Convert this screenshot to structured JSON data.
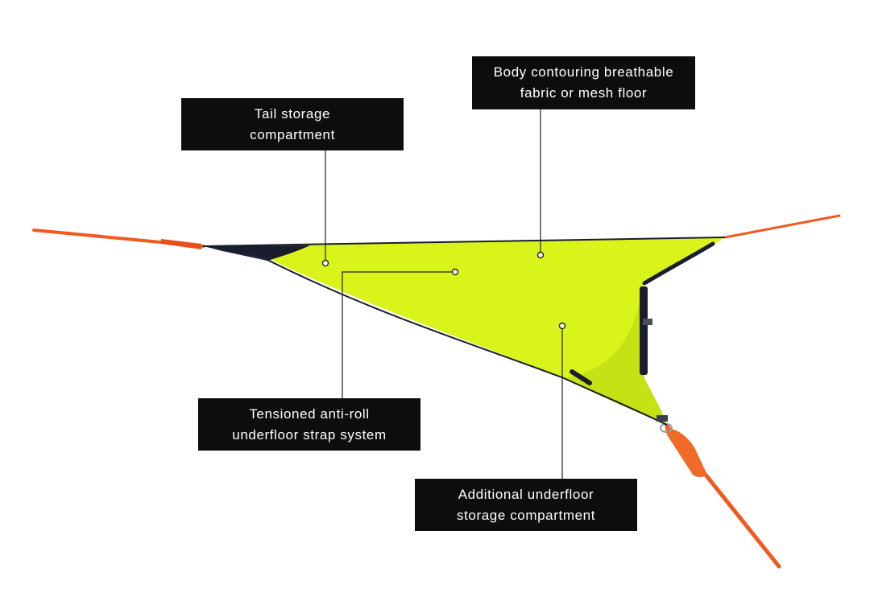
{
  "callouts": {
    "tail_storage": {
      "line1": "Tail storage",
      "line2": "compartment"
    },
    "mesh_floor": {
      "line1": "Body contouring breathable",
      "line2": "fabric or mesh floor"
    },
    "anti_roll": {
      "line1": "Tensioned anti-roll",
      "line2": "underfloor strap system"
    },
    "underfloor_storage": {
      "line1": "Additional underfloor",
      "line2": "storage compartment"
    }
  },
  "colors": {
    "fabric": "#d8f41a",
    "fabric_shade": "#c4e010",
    "strap": "#f05a1e",
    "trim": "#1a1d2e",
    "callout_bg": "#0d0d0d",
    "callout_text": "#ffffff"
  }
}
